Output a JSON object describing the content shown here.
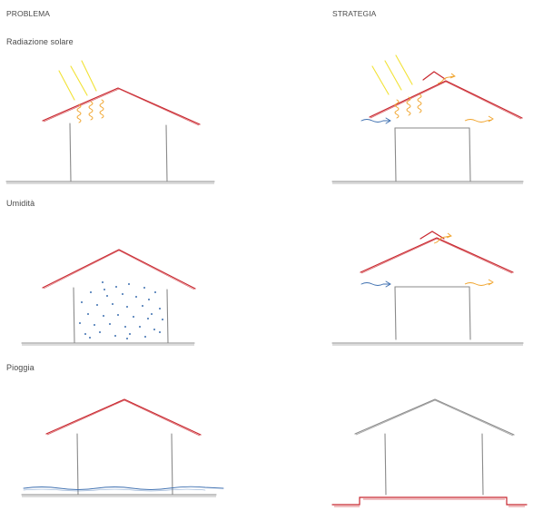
{
  "columns": {
    "problem": "PROBLEMA",
    "strategy": "STRATEGIA"
  },
  "rows": [
    {
      "title": "Radiazione solare"
    },
    {
      "title": "Umidità"
    },
    {
      "title": "Pioggia"
    }
  ],
  "colors": {
    "roof_red": "#c8262e",
    "sun_yellow": "#f2e234",
    "heat_orange": "#f0a32a",
    "air_blue": "#3d6fb0",
    "wall_grey": "#8a8a8a"
  }
}
